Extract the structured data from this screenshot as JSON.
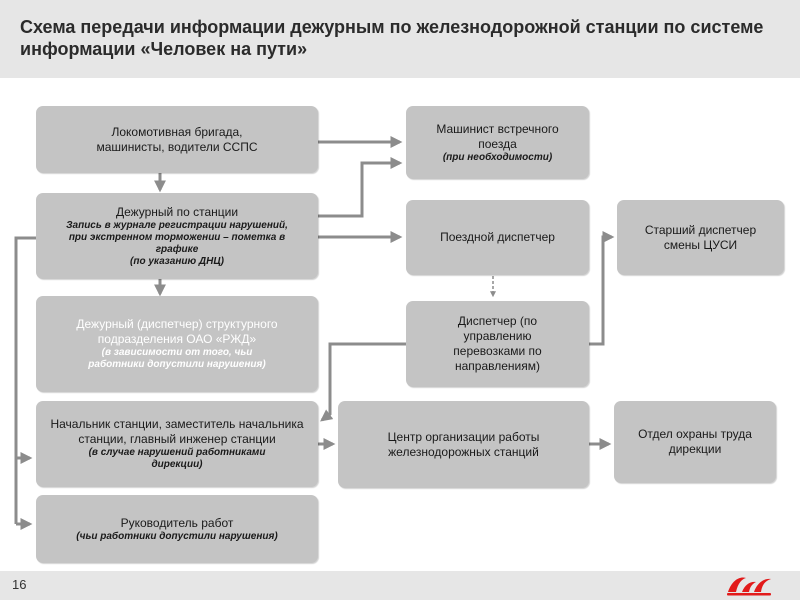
{
  "slide": {
    "title": "Схема передачи информации дежурным по железнодорожной станции по системе информации «Человек на пути»",
    "page_number": "16",
    "logo_text": "РЖД"
  },
  "boxes": {
    "loco_brigade": {
      "text": "Локомотивная бригада, машинисты, водители ССПС"
    },
    "oncoming_driver": {
      "text": "Машинист встречного поезда",
      "note": "(при необходимости)"
    },
    "station_duty": {
      "text": "Дежурный по станции",
      "note": "Запись в журнале регистрации нарушений, при экстренном торможении – пометка в графике",
      "note2": "(по указанию ДНЦ)"
    },
    "train_dispatcher": {
      "text": "Поездной диспетчер"
    },
    "senior_dispatcher": {
      "text": "Старший диспетчер смены ЦУСИ"
    },
    "structural_duty": {
      "text": "Дежурный (диспетчер) структурного подразделения ОАО «РЖД»",
      "note": "(в зависимости от того, чьи работники допустили нарушения)"
    },
    "transport_dispatcher": {
      "text": "Диспетчер (по управлению перевозками по направлениям)"
    },
    "station_head": {
      "text": "Начальник станции, заместитель начальника станции, главный инженер станции",
      "note": "(в случае нарушений работниками дирекции)"
    },
    "center_org": {
      "text": "Центр организации работы железнодорожных станций"
    },
    "labor_safety": {
      "text": "Отдел охраны труда дирекции"
    },
    "works_manager": {
      "text": "Руководитель работ",
      "note": "(чьи работники допустили нарушения)"
    }
  },
  "colors": {
    "box_fill": "#c4c4c4",
    "connector": "#8c8c8c",
    "header_band": "#e6e6e6",
    "logo_red": "#e21a1a"
  }
}
